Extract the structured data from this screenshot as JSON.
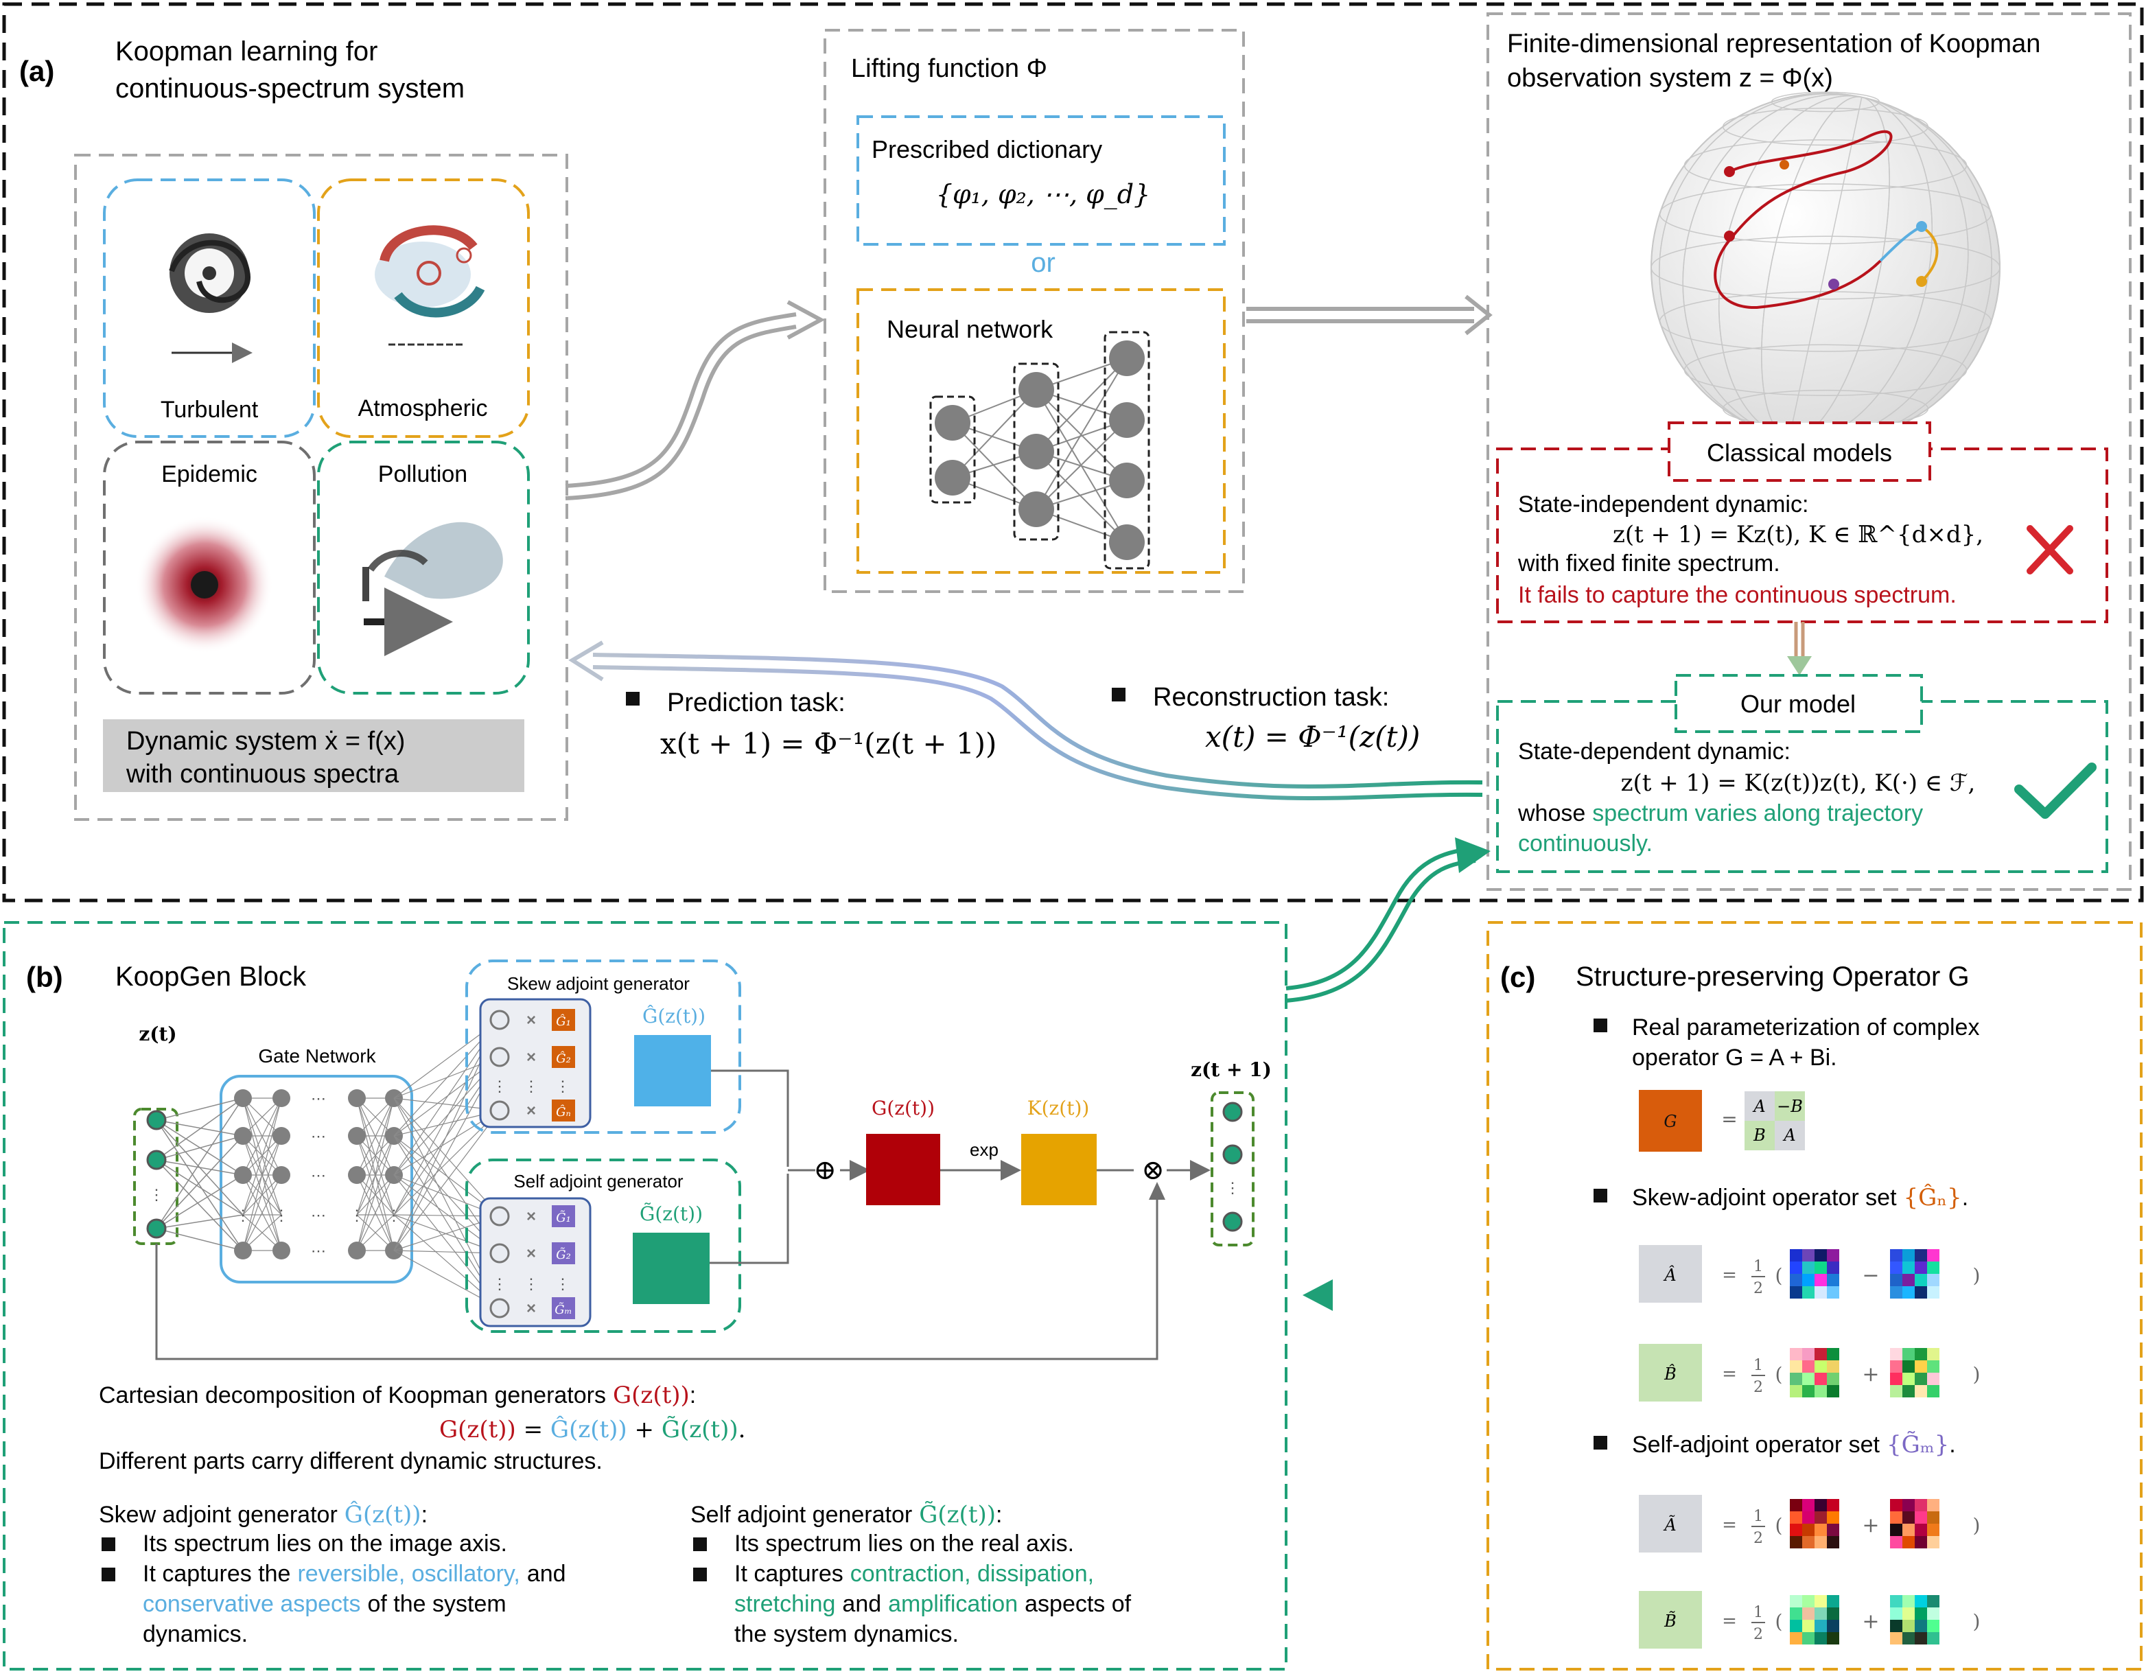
{
  "colors": {
    "blue": "#5aaee0",
    "orange": "#e3a21a",
    "green": "#1fa077",
    "red": "#b8121b",
    "gray": "#a6a6a6",
    "sysbox": "#cccccc",
    "skew_orange": "#d35f0a",
    "self_purple": "#7b68c4"
  },
  "panel_a": {
    "label": "(a)",
    "title_line1": "Koopman learning for",
    "title_line2": "continuous-spectrum system",
    "systems": {
      "turbulent": "Turbulent",
      "atmospheric": "Atmospheric",
      "epidemic": "Epidemic",
      "pollution": "Pollution"
    },
    "dynamic_line1": "Dynamic system ẋ = f(x)",
    "dynamic_line2": "with continuous spectra",
    "lifting_title": "Lifting function Φ",
    "dictionary_title": "Prescribed dictionary",
    "dictionary_formula": "{φ₁, φ₂, ⋯, φ_d}",
    "or": "or",
    "neural_title": "Neural network",
    "repr_line1": "Finite-dimensional representation of Koopman",
    "repr_line2": "observation system z = Φ(x)",
    "classical_title": "Classical models",
    "classical_line1": "State-independent dynamic:",
    "classical_formula": "z(t + 1) = Kz(t), K ∈ ℝ^{d×d},",
    "classical_line3": "with fixed finite spectrum.",
    "classical_fail": "It fails to capture the continuous spectrum.",
    "ours_title": "Our model",
    "ours_line1": "State-dependent dynamic:",
    "ours_formula": "z(t + 1) = K(z(t))z(t), K(·) ∈ ℱ,",
    "ours_whose": "whose",
    "ours_green1": "spectrum varies along trajectory",
    "ours_green2": "continuously.",
    "prediction_label": "Prediction task:",
    "prediction_formula": "x(t + 1) = Φ⁻¹(z(t + 1))",
    "reconstruction_label": "Reconstruction task:",
    "reconstruction_formula": "x(t) = Φ⁻¹(z(t))"
  },
  "panel_b": {
    "label": "(b)",
    "title": "KoopGen Block",
    "zt": "z(t)",
    "zt1": "z(t + 1)",
    "gate": "Gate Network",
    "skew_gen": "Skew adjoint generator",
    "self_gen": "Self adjoint generator",
    "ghat": "Ĝ(z(t))",
    "gtilde": "G̃(z(t))",
    "gz": "G(z(t))",
    "kz": "K(z(t))",
    "exp": "exp",
    "plus": "⊕",
    "times": "⊗",
    "skew_chips": [
      "Ĝ₁",
      "Ĝ₂",
      "Ĝₙ"
    ],
    "self_chips": [
      "G̃₁",
      "G̃₂",
      "G̃ₘ"
    ],
    "cart_text": "Cartesian decomposition of Koopman generators",
    "cart_eq_g": "G(z(t))",
    "cart_eq_eq": " = ",
    "cart_eq_ghat": "Ĝ(z(t))",
    "cart_eq_plus": " + ",
    "cart_eq_gtilde": "G̃(z(t))",
    "cart_eq_end": ".",
    "cart_colon": ":",
    "diff_parts": "Different parts carry different dynamic structures.",
    "skew_head": "Skew adjoint generator",
    "skew_b1": "Its spectrum lies on the image axis.",
    "skew_b2_pre": "It captures the",
    "skew_b2_blue1": "reversible, oscillatory,",
    "skew_b2_and": "and",
    "skew_b2_blue2": "conservative aspects",
    "skew_b2_post": "of the system",
    "skew_b2_last": "dynamics.",
    "self_head": "Self adjoint generator",
    "self_b1": "Its spectrum lies on the real axis.",
    "self_b2_pre": "It captures",
    "self_b2_green1": "contraction, dissipation,",
    "self_b2_green2": "stretching",
    "self_b2_and": "and",
    "self_b2_green3": "amplification",
    "self_b2_post": "aspects of",
    "self_b2_last": "the system dynamics."
  },
  "panel_c": {
    "label": "(c)",
    "title": "Structure-preserving Operator G",
    "b1_line1": "Real parameterization of complex",
    "b1_line2": "operator G = A + Bi.",
    "g_chip": "G",
    "matrix": [
      "A",
      "−B",
      "B",
      "A"
    ],
    "b2": "Skew-adjoint operator set",
    "b2_set": "{Ĝₙ}",
    "b3": "Self-adjoint operator set",
    "b3_set": "{G̃ₘ}",
    "ahat": "Â",
    "bhat": "B̂",
    "atilde": "Ã",
    "btilde": "B̃",
    "half_num": "1",
    "half_den": "2",
    "eq": "=",
    "minus": "−",
    "plus": "+",
    "lp": "(",
    "rp": ")"
  }
}
